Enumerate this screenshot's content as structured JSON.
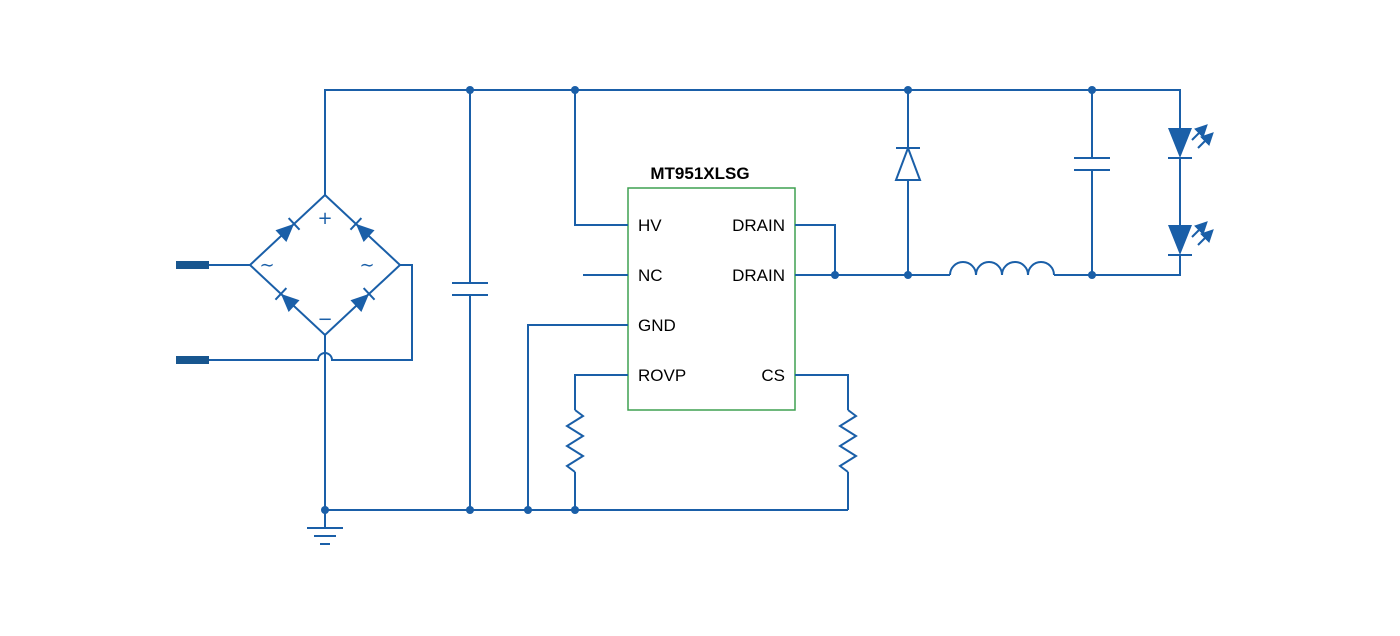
{
  "diagram": {
    "type": "led-driver-circuit-schematic",
    "ic": {
      "title": "MT951XLSG",
      "left_pins": [
        "HV",
        "NC",
        "GND",
        "ROVP"
      ],
      "right_pins": [
        "DRAIN",
        "DRAIN",
        "CS"
      ]
    },
    "bridge": {
      "plus": "+",
      "minus": "−",
      "ac_left": "∼",
      "ac_right": "∼"
    }
  },
  "colors": {
    "wire": "#1a5fa8",
    "terminal": "#18568f",
    "ic_border": "#3fa050",
    "text": "#000000",
    "background": "#ffffff"
  }
}
